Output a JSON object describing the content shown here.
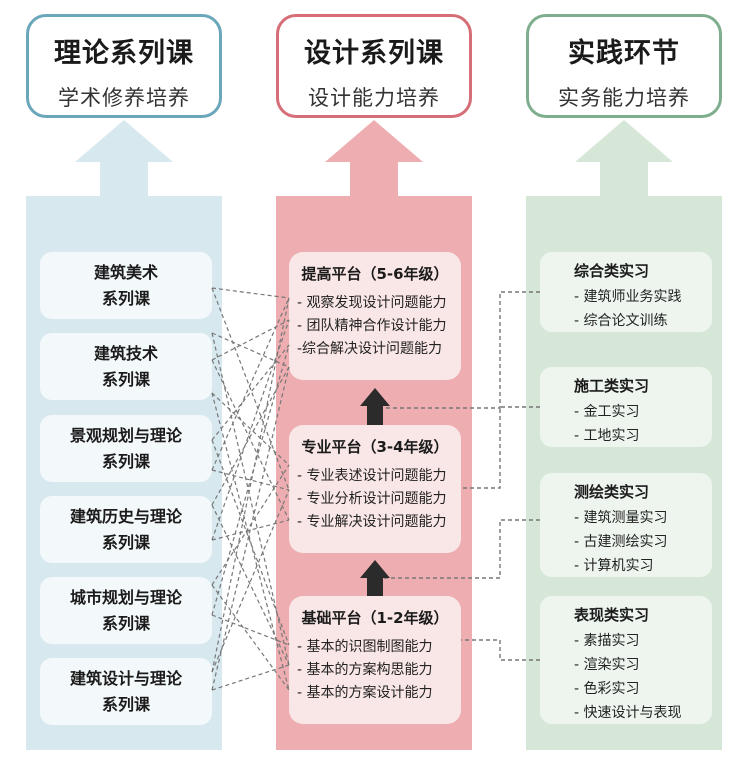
{
  "columns": {
    "theory": {
      "title": "理论系列课",
      "subtitle": "学术修养培养",
      "color": "#6aa7bb",
      "fill": "#d7e8ef"
    },
    "design": {
      "title": "设计系列课",
      "subtitle": "设计能力培养",
      "color": "#d66e78",
      "fill": "#eeaeb1"
    },
    "practice": {
      "title": "实践环节",
      "subtitle": "实务能力培养",
      "color": "#7eae8e",
      "fill": "#d6e7d8"
    }
  },
  "theory_courses": [
    {
      "line1": "建筑美术",
      "line2": "系列课"
    },
    {
      "line1": "建筑技术",
      "line2": "系列课"
    },
    {
      "line1": "景观规划与理论",
      "line2": "系列课"
    },
    {
      "line1": "建筑历史与理论",
      "line2": "系列课"
    },
    {
      "line1": "城市规划与理论",
      "line2": "系列课"
    },
    {
      "line1": "建筑设计与理论",
      "line2": "系列课"
    }
  ],
  "platforms": [
    {
      "title": "提高平台（5-6年级）",
      "items": [
        "- 观察发现设计问题能力",
        "- 团队精神合作设计能力",
        "-综合解决设计问题能力"
      ]
    },
    {
      "title": "专业平台（3-4年级）",
      "items": [
        "- 专业表述设计问题能力",
        "- 专业分析设计问题能力",
        "- 专业解决设计问题能力"
      ]
    },
    {
      "title": "基础平台（1-2年级）",
      "items": [
        "- 基本的识图制图能力",
        "- 基本的方案构思能力",
        "- 基本的方案设计能力"
      ]
    }
  ],
  "practice_groups": [
    {
      "title": "综合类实习",
      "items": [
        "- 建筑师业务实践",
        "- 综合论文训练"
      ]
    },
    {
      "title": "施工类实习",
      "items": [
        "- 金工实习",
        "- 工地实习"
      ]
    },
    {
      "title": "测绘类实习",
      "items": [
        "- 建筑测量实习",
        "- 古建测绘实习",
        "- 计算机实习"
      ]
    },
    {
      "title": "表现类实习",
      "items": [
        "- 素描实习",
        "- 渲染实习",
        "- 色彩实习",
        "- 快速设计与表现"
      ]
    }
  ],
  "connector_color": "#777777",
  "progression_arrow_color": "#2b2b2b"
}
